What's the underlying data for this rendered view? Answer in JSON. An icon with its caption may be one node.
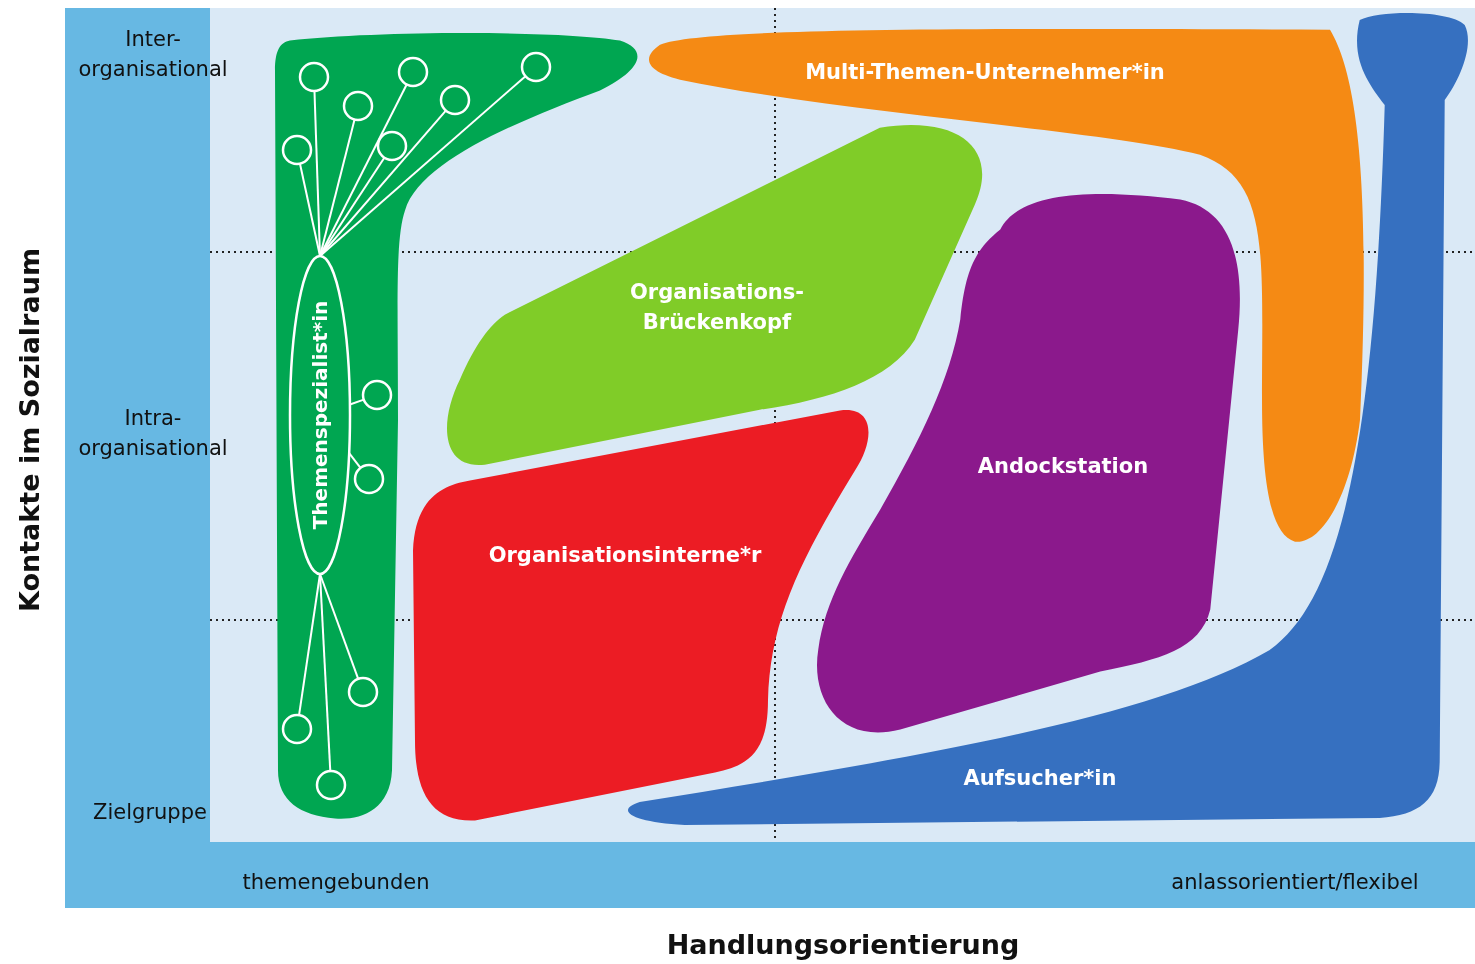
{
  "diagram": {
    "nodes": [
      {
        "text": [],
        "shape": "blob"
      },
      {
        "text": [
          "Themenspezialist*in"
        ],
        "in": 0
      },
      {
        "text": [],
        "shape": "circle",
        "in": 0
      },
      {
        "text": [],
        "shape": "circle",
        "in": 0
      },
      {
        "text": [],
        "shape": "circle",
        "in": 0
      },
      {
        "text": [],
        "shape": "circle",
        "in": 0
      },
      {
        "text": [],
        "shape": "circle",
        "in": 0
      },
      {
        "text": [],
        "shape": "circle",
        "in": 0
      },
      {
        "text": [],
        "shape": "circle",
        "in": 0
      },
      {
        "text": [],
        "shape": "circle",
        "in": 0
      },
      {
        "text": [],
        "shape": "circle",
        "in": 0
      },
      {
        "text": [],
        "shape": "circle",
        "in": 0
      },
      {
        "text": [],
        "shape": "circle",
        "in": 0
      },
      {
        "text": [],
        "shape": "circle",
        "in": 0
      },
      {
        "text": [
          "Multi-Themen-Unternehmer*in"
        ]
      },
      {
        "text": [
          "Organisations-Brückenkopf"
        ]
      },
      {
        "text": [
          "Andockstation"
        ]
      },
      {
        "text": [
          "Organisationsinterne*r"
        ]
      },
      {
        "text": [
          "Aufsucher*in"
        ]
      }
    ],
    "edges": [
      {
        "from": 1,
        "to": 2,
        "arrow": "none"
      },
      {
        "from": 1,
        "to": 3,
        "arrow": "none"
      },
      {
        "from": 1,
        "to": 4,
        "arrow": "none"
      },
      {
        "from": 1,
        "to": 5,
        "arrow": "none"
      },
      {
        "from": 1,
        "to": 6,
        "arrow": "none"
      },
      {
        "from": 1,
        "to": 7,
        "arrow": "none"
      },
      {
        "from": 1,
        "to": 8,
        "arrow": "none"
      },
      {
        "from": 1,
        "to": 9,
        "arrow": "none"
      },
      {
        "from": 1,
        "to": 10,
        "arrow": "none"
      },
      {
        "from": 1,
        "to": 11,
        "arrow": "none"
      },
      {
        "from": 1,
        "to": 12,
        "arrow": "none"
      },
      {
        "from": 1,
        "to": 13,
        "arrow": "none"
      }
    ],
    "labels": [
      "Inter-organisational",
      "Kontakte im Sozialraum",
      "Intra-organisational",
      "Zielgruppe",
      "themengebunden",
      "anlassorientiert/flexibel",
      "Handlungsorientierung"
    ]
  }
}
